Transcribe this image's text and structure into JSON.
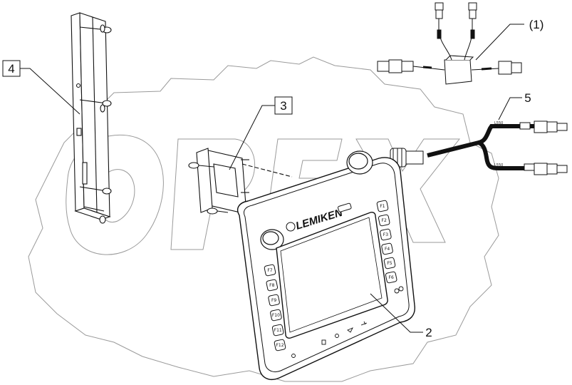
{
  "callouts": {
    "c1": "(1)",
    "c2": "2",
    "c3": "3",
    "c4": "4",
    "c5": "5"
  },
  "watermark": {
    "text": "OPEX"
  },
  "terminal": {
    "brand": "LEMIKEN",
    "left_keys": [
      "F7",
      "F8",
      "F9",
      "F10",
      "F11",
      "F12"
    ],
    "right_keys_upper": [
      "F1",
      "F2",
      "F3",
      "F4"
    ],
    "right_keys_lower": [
      "F5",
      "F6"
    ]
  },
  "cable_labels": {
    "upper": "L550",
    "lower": "L550"
  },
  "colors": {
    "line": "#111111",
    "watermark": "#9a9a9a",
    "cable": "#111111"
  }
}
